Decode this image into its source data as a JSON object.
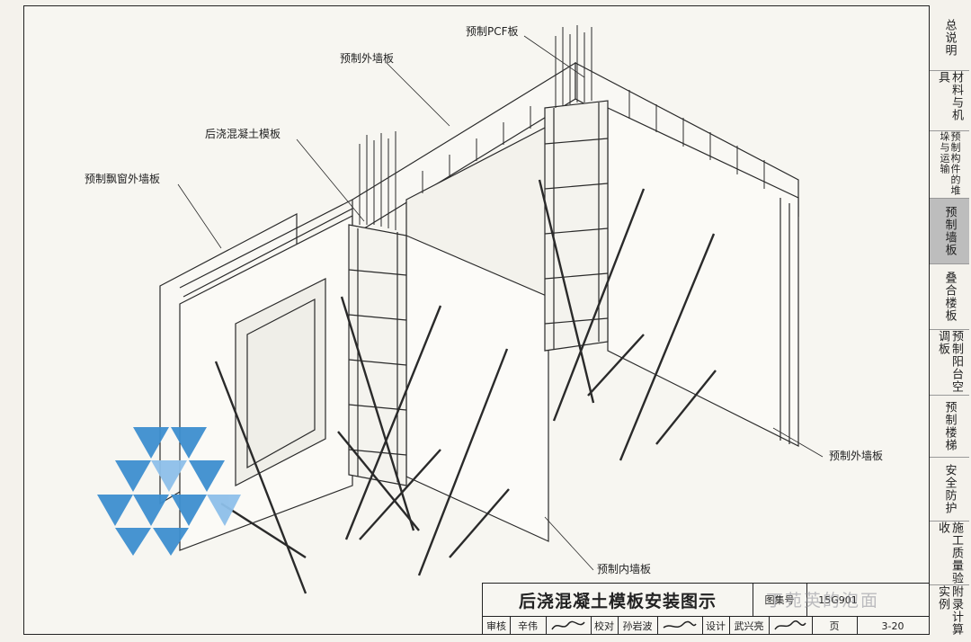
{
  "labels": {
    "pcf": "预制PCF板",
    "outer_wall_top": "预制外墙板",
    "formwork": "后浇混凝土模板",
    "bay_window": "预制飘窗外墙板",
    "outer_wall_right": "预制外墙板",
    "inner_wall": "预制内墙板"
  },
  "title_block": {
    "title": "后浇混凝土模板安装图示",
    "atlas_label": "图集号",
    "atlas_no": "15G901",
    "review_label": "审核",
    "reviewer": "辛伟",
    "check_label": "校对",
    "checker": "孙岩波",
    "design_label": "设计",
    "designer": "武兴亮",
    "page_label": "页",
    "page_no": "3-20"
  },
  "tabs": [
    {
      "label": "总说明",
      "active": false
    },
    {
      "label": "材料与机具",
      "active": false
    },
    {
      "label": "预制构件的堆垛与运输",
      "active": false
    },
    {
      "label": "预制墙板",
      "active": true
    },
    {
      "label": "叠合楼板",
      "active": false
    },
    {
      "label": "预制阳台空调板",
      "active": false
    },
    {
      "label": "预制楼梯",
      "active": false
    },
    {
      "label": "安全防护",
      "active": false
    },
    {
      "label": "施工质量验收",
      "active": false
    },
    {
      "label": "附录计算实例",
      "active": false
    }
  ],
  "watermark": "丁苑英的泡面",
  "colors": {
    "line": "#2a2a2a",
    "logo_blue": "#3e8fd0",
    "active_tab": "#bdbdbd"
  }
}
